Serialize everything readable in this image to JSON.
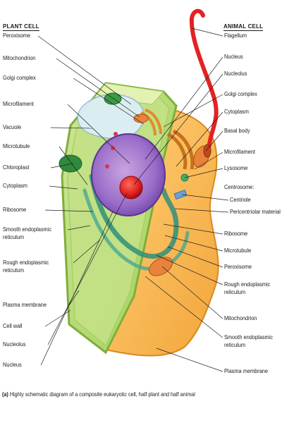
{
  "headers": {
    "left": "PLANT CELL",
    "right": "ANIMAL CELL"
  },
  "left_labels": [
    [
      "Peroxisome"
    ],
    [
      "Mitochondrion"
    ],
    [
      "Golgi complex"
    ],
    [
      "Microfilament"
    ],
    [
      "Vacuole"
    ],
    [
      "Microtubule"
    ],
    [
      "Chloroplast"
    ],
    [
      "Cytoplasm"
    ],
    [
      "Ribosome"
    ],
    [
      "Smooth endoplasmic",
      "reticulum"
    ],
    [
      "Rough endoplasmic",
      "reticulum"
    ],
    [
      "Plasma membrane"
    ],
    [
      "Cell wall"
    ],
    [
      "Nucleolus"
    ],
    [
      "Nucleus"
    ]
  ],
  "right_labels": [
    [
      "Flagellum"
    ],
    [
      "Nucleus"
    ],
    [
      "Nucleolus"
    ],
    [
      "Golgi complex"
    ],
    [
      "Cytoplasm"
    ],
    [
      "Basal body"
    ],
    [
      "Microfilament"
    ],
    [
      "Lysosome"
    ],
    [
      "Centrosome:"
    ],
    [
      "Centriole"
    ],
    [
      "Pericentriolar material"
    ],
    [
      "Ribosome"
    ],
    [
      "Microtubule"
    ],
    [
      "Peroxisome"
    ],
    [
      "Rough endoplasmic",
      "reticulum"
    ],
    [
      "Mitochondrion"
    ],
    [
      "Smooth endoplasmic",
      "reticulum"
    ],
    [
      "Plasma membrane"
    ]
  ],
  "caption": {
    "tag": "(a)",
    "text": "Highly schematic diagram of a composite eukaryotic cell, half plant and half animal"
  }
}
